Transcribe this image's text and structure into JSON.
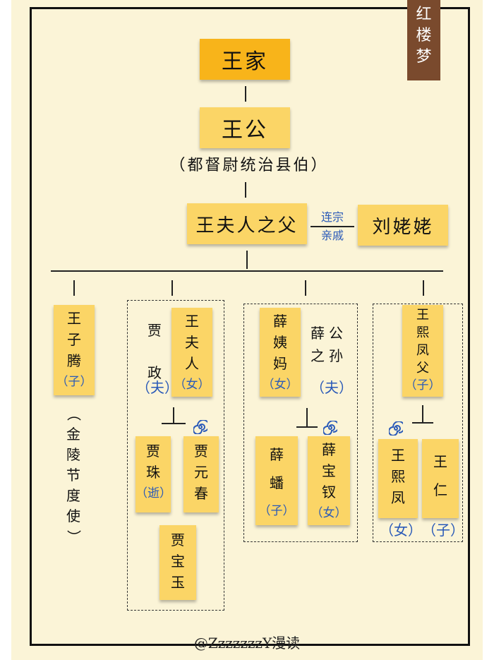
{
  "tag": [
    "红",
    "楼",
    "梦"
  ],
  "top": {
    "title": "王家",
    "patriarch": "王公",
    "title_note": "（都督尉统治县伯）"
  },
  "third": {
    "father": "王夫人之父",
    "link_chars": [
      "连宗",
      "亲戚"
    ],
    "relative": "刘姥姥"
  },
  "branch1": {
    "name": [
      "王",
      "子",
      "腾"
    ],
    "rel": "（子）",
    "note": [
      "（",
      "金",
      "陵",
      "节",
      "度",
      "使",
      "）"
    ]
  },
  "branch2": {
    "husband": [
      "贾",
      "政"
    ],
    "husband_rel": "（夫）",
    "wife": [
      "王",
      "夫",
      "人"
    ],
    "wife_rel": "（女）",
    "c1": [
      "贾",
      "珠"
    ],
    "c1_rel": "（逝）",
    "c2": [
      "贾",
      "元",
      "春"
    ],
    "c3": [
      "贾",
      "宝",
      "玉"
    ]
  },
  "branch3": {
    "wife": [
      "薛",
      "姨",
      "妈"
    ],
    "wife_rel": "（女）",
    "husband": [
      "薛公",
      "之孙"
    ],
    "husband_rel": "（夫）",
    "c1": [
      "薛",
      "蟠"
    ],
    "c1_rel": "（子）",
    "c2": [
      "薛",
      "宝",
      "钗"
    ],
    "c2_rel": "（女）"
  },
  "branch4": {
    "father": [
      "王",
      "熙",
      "凤",
      "父"
    ],
    "father_rel": "（子）",
    "c1": [
      "王",
      "熙",
      "凤"
    ],
    "c1_rel": "（女）",
    "c2": [
      "王",
      "仁"
    ],
    "c2_rel": "（子）"
  },
  "credit": "@ZzzzzzzY漫读",
  "colors": {
    "main": "#f8b41a",
    "box": "#fbd566",
    "bg": "#fbf4d7",
    "tag": "#7a4a2d",
    "accent": "#2a5ab8"
  }
}
